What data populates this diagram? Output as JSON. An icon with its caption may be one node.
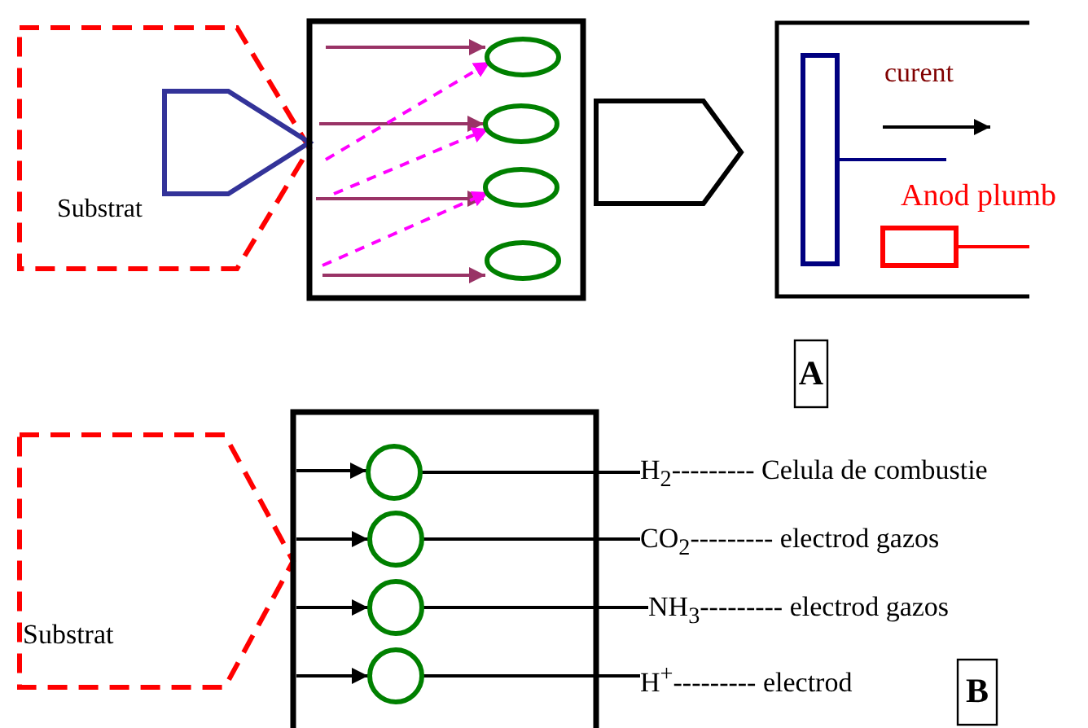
{
  "diagram": {
    "nodes": [
      {
        "text": [
          "Substrat"
        ]
      },
      {
        "text": [],
        "shape": "pentagon",
        "in": 0
      },
      {
        "text": [],
        "shape": "box"
      },
      {
        "text": [],
        "shape": "ellipse",
        "in": 2
      },
      {
        "text": [],
        "shape": "ellipse",
        "in": 2
      },
      {
        "text": [],
        "shape": "ellipse",
        "in": 2
      },
      {
        "text": [],
        "shape": "ellipse",
        "in": 2
      },
      {
        "text": [],
        "shape": "pentagon"
      },
      {
        "text": [],
        "shape": "box"
      },
      {
        "text": [],
        "shape": "bar",
        "in": 8
      },
      {
        "text": [],
        "shape": "box",
        "in": 8,
        "beside": [
          "Anod plumb"
        ]
      },
      {
        "text": [
          "A"
        ]
      },
      {
        "text": [
          "Substrat"
        ]
      },
      {
        "text": [],
        "shape": "box"
      },
      {
        "text": [],
        "shape": "circle",
        "in": 13
      },
      {
        "text": [],
        "shape": "circle",
        "in": 13
      },
      {
        "text": [],
        "shape": "circle",
        "in": 13
      },
      {
        "text": [],
        "shape": "circle",
        "in": 13
      },
      {
        "text": [
          "H$_{2}$--------- Celula de combustie"
        ]
      },
      {
        "text": [
          "CO$_{2}$--------- electrod gazos"
        ]
      },
      {
        "text": [
          "NH$_{3}$--------- electrod gazos"
        ]
      },
      {
        "text": [
          "H$^{+}$--------- electrod"
        ]
      },
      {
        "text": [
          "B"
        ]
      }
    ],
    "edges": [
      {
        "from": null,
        "to": 3,
        "arrow": "to",
        "color": "#993366"
      },
      {
        "from": null,
        "to": 4,
        "arrow": "to",
        "color": "#993366"
      },
      {
        "from": null,
        "to": 5,
        "arrow": "to",
        "color": "#993366"
      },
      {
        "from": null,
        "to": 6,
        "arrow": "to",
        "color": "#993366"
      },
      {
        "from": null,
        "to": 3,
        "arrow": "to",
        "style": "dashed",
        "color": "#ff00ff"
      },
      {
        "from": null,
        "to": 4,
        "arrow": "to",
        "style": "dashed",
        "color": "#ff00ff"
      },
      {
        "from": null,
        "to": 5,
        "arrow": "to",
        "style": "dashed",
        "color": "#ff00ff"
      },
      {
        "from": 9,
        "to": null,
        "arrow": "none",
        "color": "#000080"
      },
      {
        "from": 10,
        "to": null,
        "arrow": "none",
        "color": "#ff0000"
      },
      {
        "from": null,
        "to": 14,
        "arrow": "to"
      },
      {
        "from": null,
        "to": 15,
        "arrow": "to"
      },
      {
        "from": null,
        "to": 16,
        "arrow": "to"
      },
      {
        "from": null,
        "to": 17,
        "arrow": "to"
      },
      {
        "from": 14,
        "to": 18,
        "arrow": "none"
      },
      {
        "from": 15,
        "to": 19,
        "arrow": "none"
      },
      {
        "from": 16,
        "to": 20,
        "arrow": "none"
      },
      {
        "from": 17,
        "to": 21,
        "arrow": "none"
      }
    ],
    "labels": [
      "curent"
    ]
  }
}
